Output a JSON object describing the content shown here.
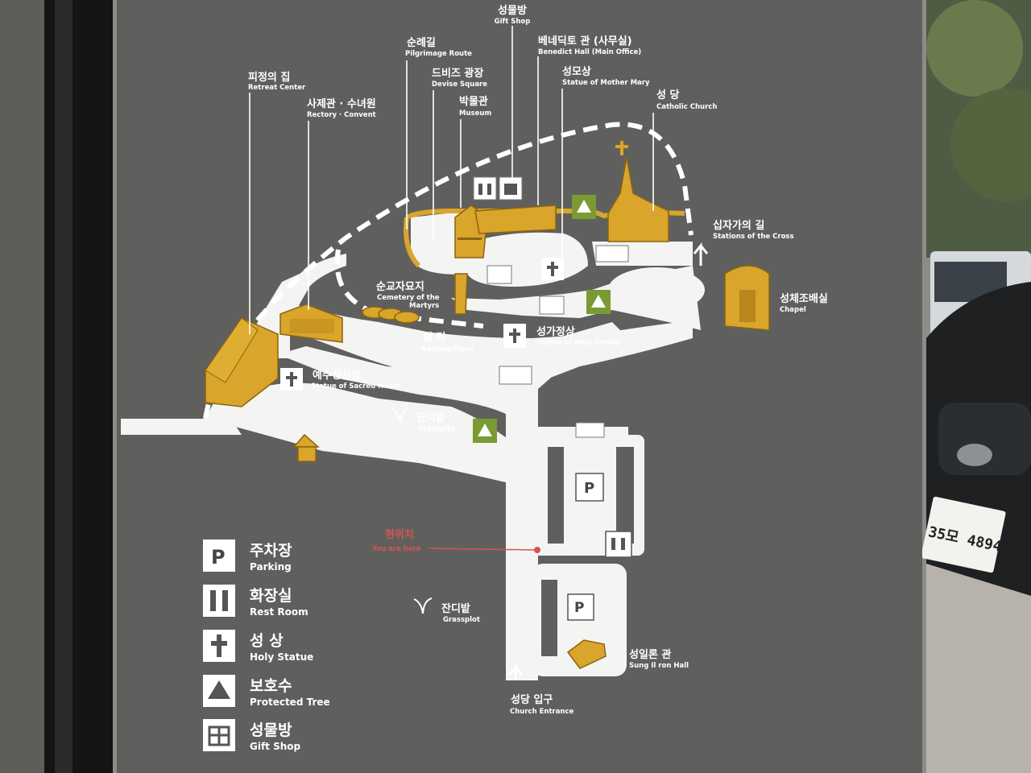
{
  "sign": {
    "labels": {
      "gift_shop": {
        "ko": "성물방",
        "en": "Gift Shop"
      },
      "pilgrimage_route": {
        "ko": "순례길",
        "en": "Pilgrimage Route"
      },
      "benedict_hall": {
        "ko": "베네딕토 관 (사무실)",
        "en": "Benedict Hall (Main Office)"
      },
      "devise_square": {
        "ko": "드비즈 광장",
        "en": "Devise Square"
      },
      "statue_mother_mary": {
        "ko": "성모상",
        "en": "Statue of Mother Mary"
      },
      "museum": {
        "ko": "박물관",
        "en": "Museum"
      },
      "retreat_center": {
        "ko": "피정의 집",
        "en": "Retreat Center"
      },
      "rectory_convent": {
        "ko": "사제관 · 수녀원",
        "en": "Rectory · Convent"
      },
      "catholic_church": {
        "ko": "성 당",
        "en": "Catholic Church"
      },
      "stations_cross": {
        "ko": "십자가의 길",
        "en": "Stations of the Cross"
      },
      "cemetery": {
        "ko": "순교자묘지",
        "en_1": "Cemetery of the",
        "en_2": "Martyrs"
      },
      "chapel": {
        "ko": "성체조배실",
        "en": "Chapel"
      },
      "holy_family": {
        "ko": "성가정상",
        "en": "Statue of Holy Family"
      },
      "resting_place": {
        "ko": "쉼 터",
        "en": "Resting Place"
      },
      "sacred_heart": {
        "ko": "예수성심상",
        "en": "Statue of Sacred Heart"
      },
      "grassplot_upper": {
        "ko": "잔디밭",
        "en": "Grassplot"
      },
      "you_are_here": {
        "ko": "현위치",
        "en": "You are here"
      },
      "grassplot_lower": {
        "ko": "잔디밭",
        "en": "Grassplot"
      },
      "sung_il_ron_hall": {
        "ko": "성일론 관",
        "en": "Sung Il ron Hall"
      },
      "church_entrance": {
        "ko": "성당 입구",
        "en": "Church Entrance"
      }
    },
    "legend": [
      {
        "icon": "parking-icon",
        "ko": "주차장",
        "en": "Parking"
      },
      {
        "icon": "restroom-icon",
        "ko": "화장실",
        "en": "Rest Room"
      },
      {
        "icon": "holy-statue-icon",
        "ko": "성 상",
        "en": "Holy Statue"
      },
      {
        "icon": "protected-tree-icon",
        "ko": "보호수",
        "en": "Protected Tree"
      },
      {
        "icon": "gift-shop-icon",
        "ko": "성물방",
        "en": "Gift Shop"
      }
    ],
    "parking_symbol": "P"
  },
  "car_plate": "35모 4894",
  "colors": {
    "board": "#5f605e",
    "path": "#f4f4f2",
    "building": "#d9a52a",
    "you_are_here": "#d9534f",
    "tree_icon": "#7a9a32"
  }
}
